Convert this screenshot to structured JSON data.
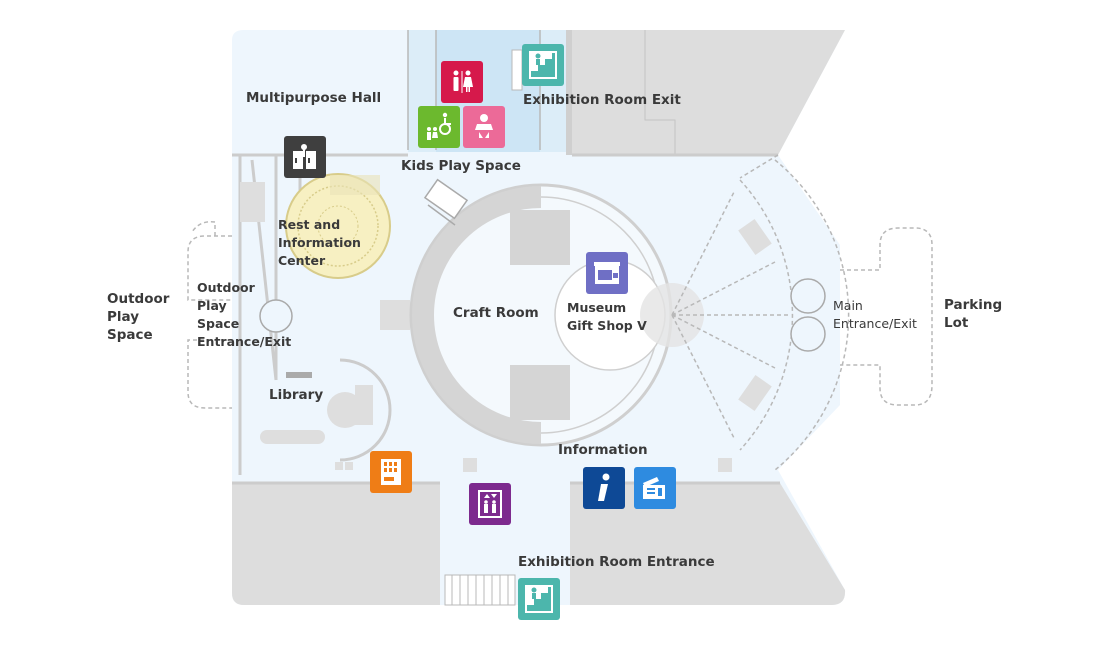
{
  "map": {
    "labels": {
      "multipurpose_hall": "Multipurpose Hall",
      "exhibition_room_exit": "Exhibition Room Exit",
      "kids_play_space": "Kids Play Space",
      "rest_info_center": [
        "Rest and",
        "Information",
        "Center"
      ],
      "outdoor_play_space": [
        "Outdoor",
        "Play",
        "Space"
      ],
      "outdoor_entrance": [
        "Outdoor",
        "Play",
        "Space",
        "Entrance/Exit"
      ],
      "craft_room": "Craft Room",
      "gift_shop": [
        "Museum",
        "Gift Shop V"
      ],
      "main_entrance": [
        "Main",
        "Entrance/Exit"
      ],
      "parking_lot": [
        "Parking",
        "Lot"
      ],
      "library": "Library",
      "information": "Information",
      "exhibition_room_entrance": "Exhibition Room Entrance"
    },
    "icons": [
      {
        "name": "restroom-icon",
        "color": "#d6194b"
      },
      {
        "name": "accessible-restroom-icon",
        "color": "#6cb92e"
      },
      {
        "name": "baby-changing-icon",
        "color": "#ec6a98"
      },
      {
        "name": "stairs-icon",
        "color": "#4cb6ac"
      },
      {
        "name": "locker-icon",
        "color": "#3f3f3f"
      },
      {
        "name": "gift-shop-icon",
        "color": "#6f6fc5"
      },
      {
        "name": "vending-machine-icon",
        "color": "#ef7d16"
      },
      {
        "name": "elevator-icon",
        "color": "#7d2a8e"
      },
      {
        "name": "information-icon",
        "color": "#0e4996"
      },
      {
        "name": "ticket-icon",
        "color": "#2e8be0"
      }
    ],
    "colors": {
      "floor": "#eef6fd",
      "walls": "#cfcfcf",
      "blocks": "#dedede",
      "rest_center": "#f7f0c2"
    }
  }
}
